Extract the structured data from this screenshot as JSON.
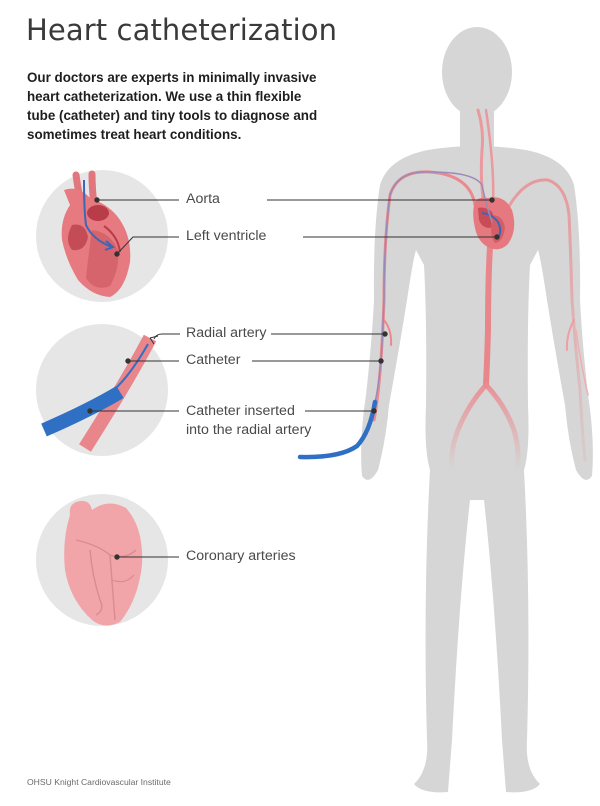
{
  "title": "Heart catheterization",
  "intro_lines": [
    "Our doctors are experts in minimally invasive",
    "heart catheterization. We use a thin flexible",
    "tube (catheter) and tiny tools to diagnose and",
    "sometimes treat heart conditions."
  ],
  "labels": {
    "aorta": "Aorta",
    "left_ventricle": "Left ventricle",
    "radial_artery": "Radial artery",
    "catheter": "Catheter",
    "catheter_inserted_line1": "Catheter inserted",
    "catheter_inserted_line2": "into the radial artery",
    "coronary_arteries": "Coronary arteries"
  },
  "credit": "OHSU Knight Cardiovascular Institute",
  "colors": {
    "body": "#d5d5d5",
    "circle": "#e6e6e6",
    "artery": "#e9878c",
    "heart": "#e67a80",
    "catheter": "#2f6fc4",
    "leader": "#333333"
  }
}
